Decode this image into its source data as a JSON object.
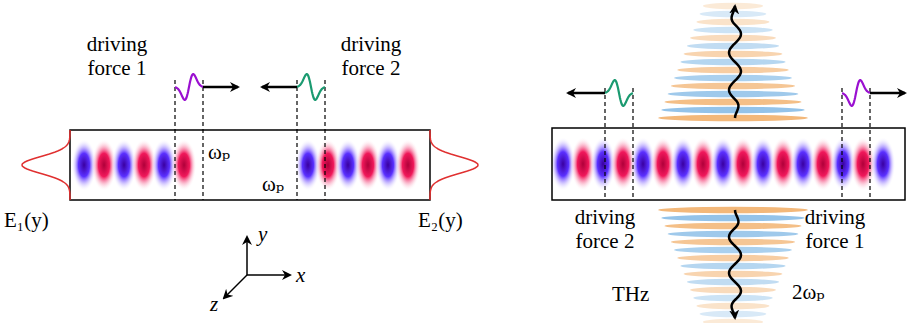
{
  "diagram": {
    "labels": [
      "driving force 1",
      "driving force 2",
      "ωₚ",
      "ωₚ",
      "E₁(y)",
      "E₂(y)",
      "y",
      "z",
      "x",
      "driving force 2",
      "driving force 1",
      "THz",
      "2ωₚ"
    ]
  }
}
